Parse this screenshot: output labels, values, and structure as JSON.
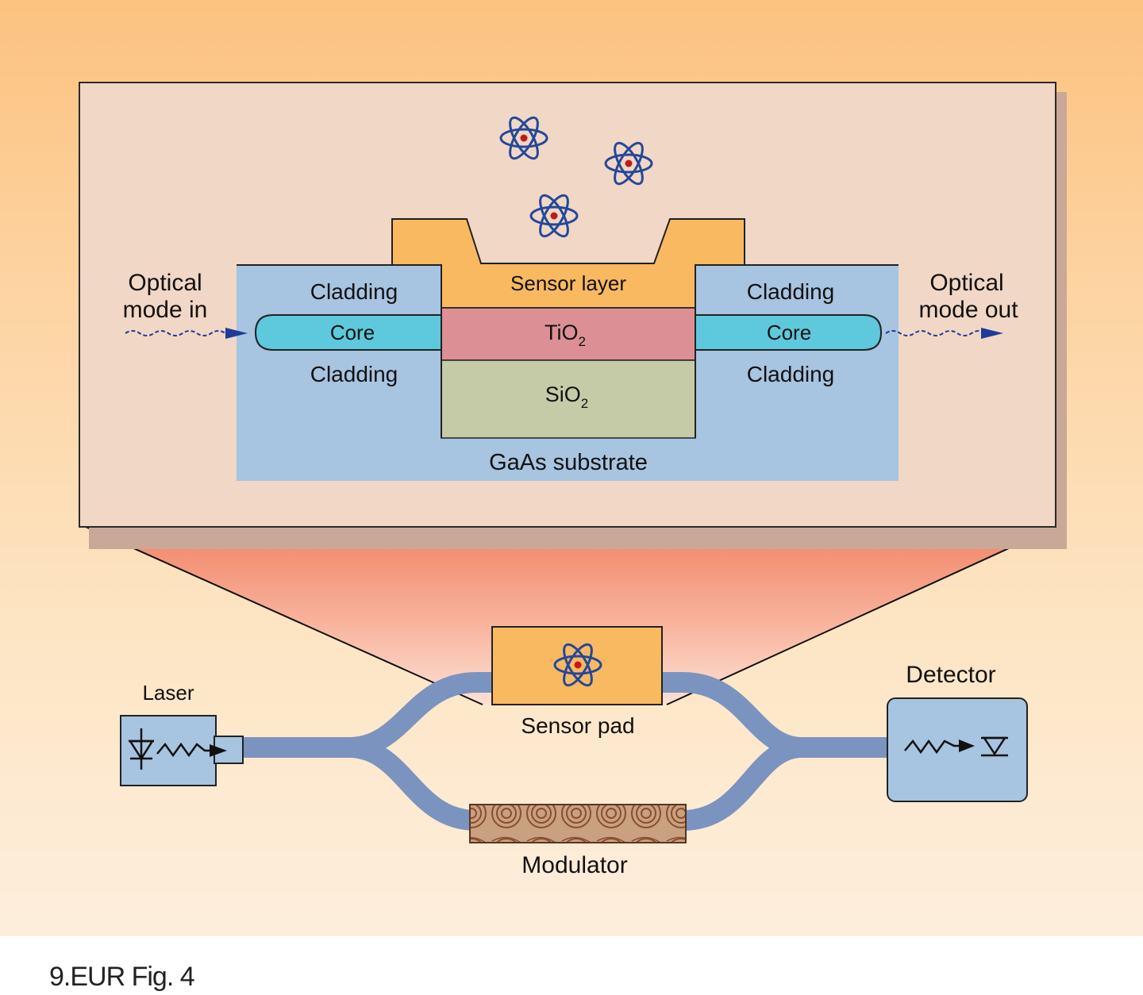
{
  "labels": {
    "optical_mode_in_line1": "Optical",
    "optical_mode_in_line2": "mode in",
    "optical_mode_out_line1": "Optical",
    "optical_mode_out_line2": "mode out",
    "cladding": "Cladding",
    "core": "Core",
    "sensor_layer": "Sensor layer",
    "tio2_base": "TiO",
    "tio2_sub": "2",
    "sio2_base": "SiO",
    "sio2_sub": "2",
    "substrate": "GaAs substrate",
    "laser": "Laser",
    "detector": "Detector",
    "sensor_pad": "Sensor pad",
    "modulator": "Modulator"
  },
  "caption": "9.EUR Fig. 4",
  "colors": {
    "background_top": "#fcc27f",
    "panel": "#f1d7c5",
    "cladding": "#a7c4e0",
    "core": "#5ec8dc",
    "sensor_layer": "#f9b960",
    "tio2": "#dd8f96",
    "sio2": "#c4cba6",
    "waveguide": "#7b93bf",
    "molecule": "#24489a",
    "nucleus": "#c41818"
  },
  "icons": [
    "molecule-icon",
    "laser-diode-icon",
    "photodiode-icon",
    "zigzag-arrow-icon"
  ]
}
